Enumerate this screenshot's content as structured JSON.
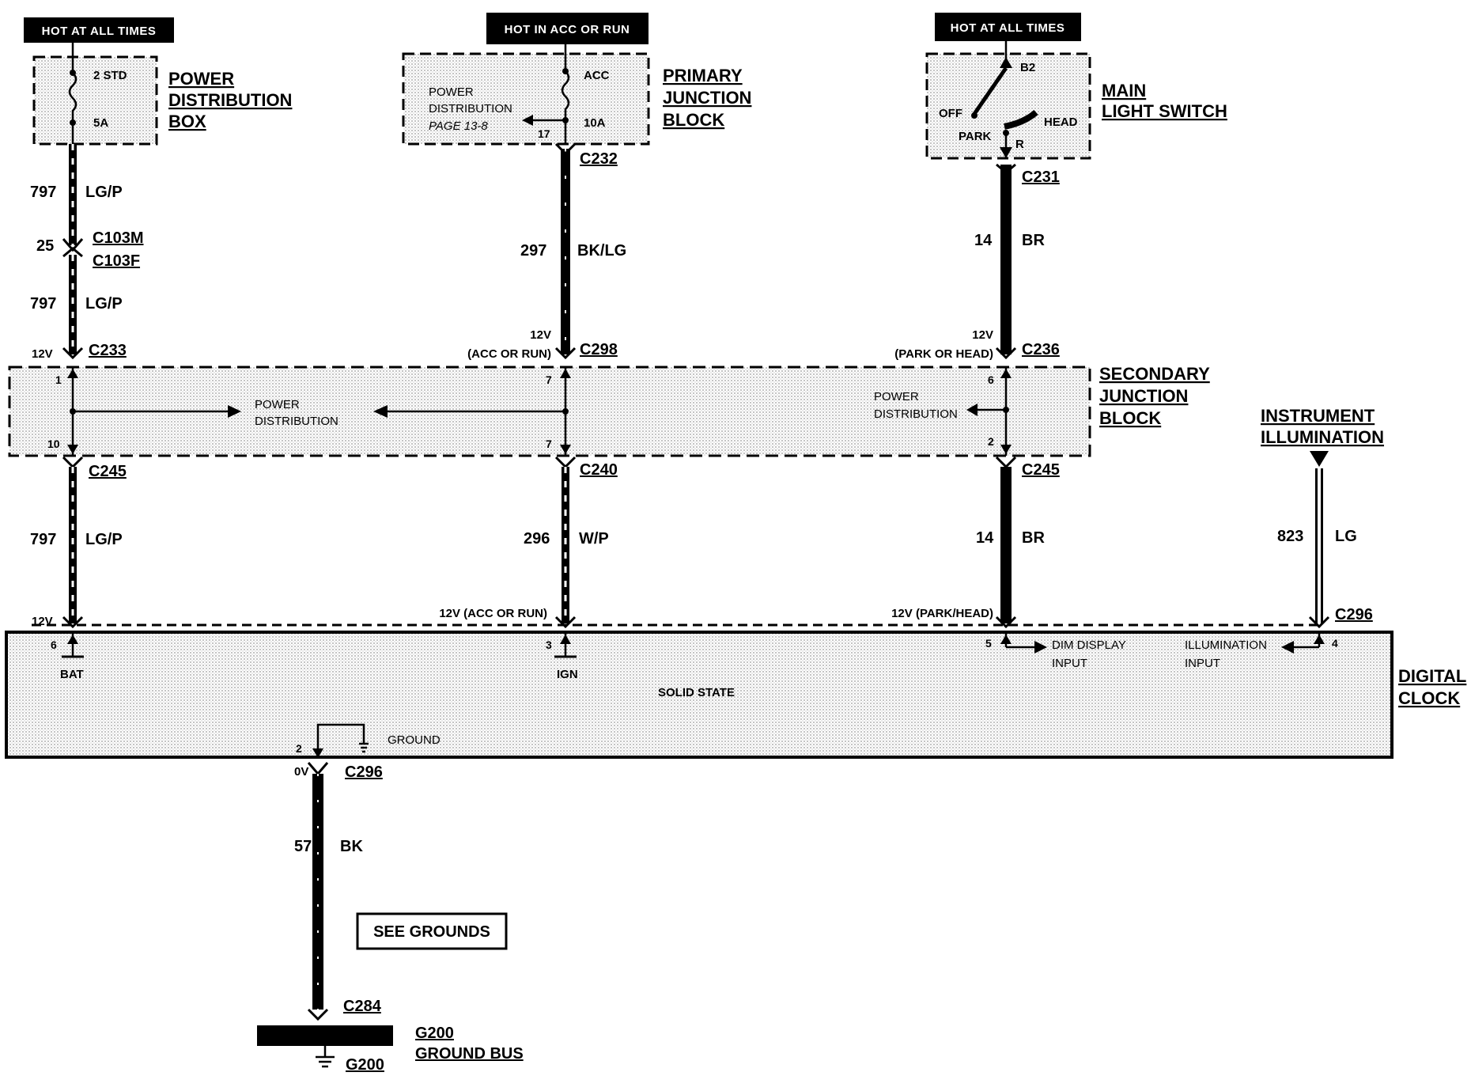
{
  "headers": {
    "left": "HOT AT ALL TIMES",
    "middle": "HOT IN ACC OR RUN",
    "right": "HOT AT ALL TIMES"
  },
  "components": {
    "power_distribution_box": [
      "POWER",
      "DISTRIBUTION",
      "BOX"
    ],
    "primary_junction_block": [
      "PRIMARY",
      "JUNCTION",
      "BLOCK"
    ],
    "main_light_switch": [
      "MAIN",
      "LIGHT SWITCH"
    ],
    "secondary_junction_block": [
      "SECONDARY",
      "JUNCTION",
      "BLOCK"
    ],
    "instrument_illumination": [
      "INSTRUMENT",
      "ILLUMINATION"
    ],
    "digital_clock": [
      "DIGITAL",
      "CLOCK"
    ],
    "ground_bus": [
      "G200",
      "GROUND BUS"
    ],
    "see_grounds": "SEE GROUNDS"
  },
  "pdb": {
    "fuse_top": "2 STD",
    "fuse_bottom": "5A"
  },
  "pjb": {
    "fuse_top": "ACC",
    "fuse_bottom": "10A",
    "ref": [
      "POWER",
      "DISTRIBUTION",
      "PAGE 13-8"
    ],
    "pin": "17"
  },
  "switch": {
    "b2": "B2",
    "off": "OFF",
    "park": "PARK",
    "head": "HEAD",
    "r": "R"
  },
  "circuits": {
    "left_upper": {
      "num": "797",
      "color": "LG/P"
    },
    "left_mid": {
      "num": "797",
      "color": "LG/P"
    },
    "left_lower": {
      "num": "797",
      "color": "LG/P"
    },
    "middle_upper": {
      "num": "297",
      "color": "BK/LG"
    },
    "middle_lower": {
      "num": "296",
      "color": "W/P"
    },
    "right_upper": {
      "num": "14",
      "color": "BR"
    },
    "right_lower": {
      "num": "14",
      "color": "BR"
    },
    "illum": {
      "num": "823",
      "color": "LG"
    },
    "ground": {
      "num": "57",
      "color": "BK"
    }
  },
  "connectors": {
    "c103m": "C103M",
    "c103f": "C103F",
    "c103_pin": "25",
    "c233": "C233",
    "c232": "C232",
    "c298": "C298",
    "c231": "C231",
    "c236": "C236",
    "c245_left": "C245",
    "c240": "C240",
    "c245_right": "C245",
    "c296_right": "C296",
    "c296_ground": "C296",
    "c284": "C284",
    "g200": "G200"
  },
  "voltages": {
    "c233": "12V",
    "c298": [
      "12V",
      "(ACC OR RUN)"
    ],
    "c236": [
      "12V",
      "(PARK OR HEAD)"
    ],
    "clock_left": "12V",
    "clock_mid": "12V (ACC OR RUN)",
    "clock_right": "12V (PARK/HEAD)",
    "ground": "0V"
  },
  "sjb": {
    "power_distribution": [
      "POWER",
      "DISTRIBUTION"
    ],
    "power_distribution_right": [
      "POWER",
      "DISTRIBUTION"
    ],
    "pin_left_top": "1",
    "pin_left_bottom": "10",
    "pin_mid_top": "7",
    "pin_mid_bottom": "7",
    "pin_right_top": "6",
    "pin_right_bottom": "2"
  },
  "clock": {
    "pin_bat": "6",
    "bat": "BAT",
    "pin_ign": "3",
    "ign": "IGN",
    "solid_state": "SOLID STATE",
    "pin_dim": "5",
    "dim": [
      "DIM DISPLAY",
      "INPUT"
    ],
    "pin_illum": "4",
    "illum": [
      "ILLUMINATION",
      "INPUT"
    ],
    "pin_ground": "2",
    "ground": "GROUND"
  },
  "palette": {
    "line": "#000000",
    "shade": "#d8d8d8",
    "header_bg": "#000000",
    "header_text": "#ffffff"
  }
}
